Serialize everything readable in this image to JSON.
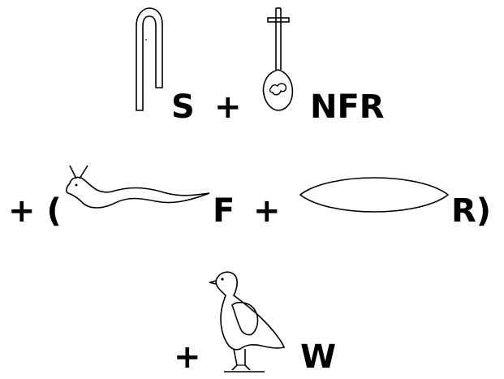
{
  "row1": {
    "s_label": "S",
    "plus": "+",
    "nfr_label": "NFR",
    "folded_cloth_glyph": "folded-cloth-hieroglyph",
    "heart_windpipe_glyph": "heart-and-windpipe-hieroglyph"
  },
  "row2": {
    "open_plus": "+ (",
    "f_label": "F",
    "plus": "+",
    "r_close": "R)",
    "horned_viper_glyph": "horned-viper-hieroglyph",
    "mouth_glyph": "mouth-hieroglyph"
  },
  "row3": {
    "plus": "+",
    "w_label": "W",
    "quail_chick_glyph": "quail-chick-hieroglyph"
  }
}
